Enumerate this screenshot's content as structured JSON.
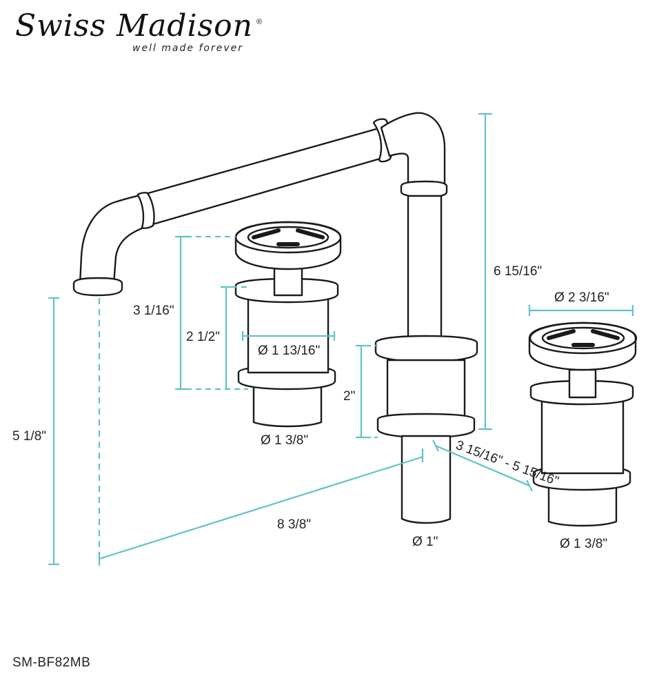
{
  "brand": {
    "name": "Swiss Madison",
    "registered": "®",
    "tagline": "well made forever"
  },
  "dimensions": {
    "spout_height": "6 15/16\"",
    "handle_diameter": "Ø 2 3/16\"",
    "handle_height": "3 1/16\"",
    "body_height": "2 1/2\"",
    "body_diameter": "Ø 1 13/16\"",
    "left_shank_diameter": "Ø 1 3/8\"",
    "base_height": "2\"",
    "spread": "3 15/16\" - 5 15/16\"",
    "overall_height": "5 1/8\"",
    "reach": "8 3/8\"",
    "spout_shank_diameter": "Ø 1\"",
    "right_shank_diameter": "Ø 1 3/8\""
  },
  "model": "SM-BF82MB",
  "colors": {
    "outline": "#1a1a1a",
    "dimension": "#5fc2c9"
  }
}
